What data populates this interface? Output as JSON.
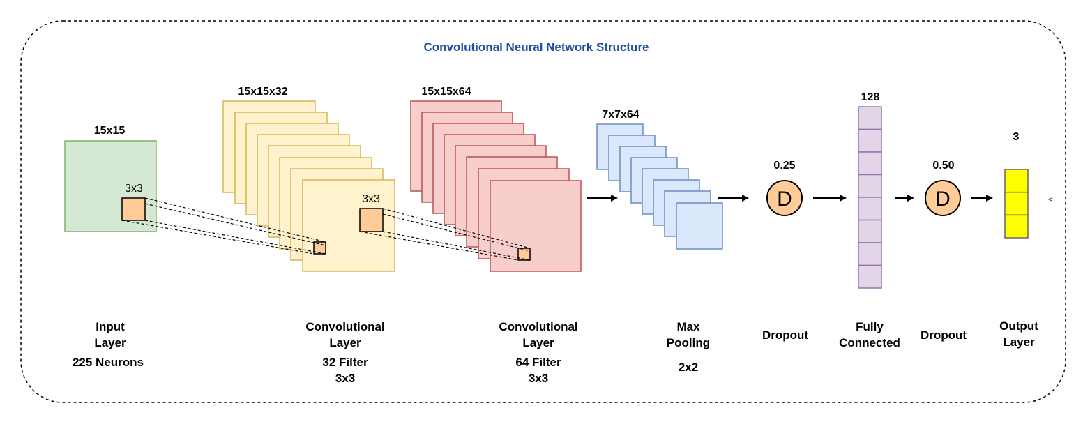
{
  "title": "Convolutional Neural Network Structure",
  "colors": {
    "title": "#1f4e9e",
    "input_fill": "#d5e8d4",
    "input_stroke": "#82b366",
    "conv1_fill": "#fff2cc",
    "conv1_stroke": "#d6b656",
    "conv2_fill": "#f8cecc",
    "conv2_stroke": "#b85450",
    "pool_fill": "#dae8fc",
    "pool_stroke": "#6c8ebf",
    "dense_fill": "#e1d5e7",
    "dense_stroke": "#9673a6",
    "output_fill": "#ffff00",
    "output_stroke": "#666666",
    "kernel_fill": "#ffcc99",
    "dropout_fill": "#ffcc99"
  },
  "layers": {
    "input": {
      "dims": "15x15",
      "kernel": "3x3",
      "name_line1": "Input",
      "name_line2": "Layer",
      "detail": "225 Neurons"
    },
    "conv1": {
      "dims": "15x15x32",
      "kernel": "3x3",
      "name_line1": "Convolutional",
      "name_line2": "Layer",
      "detail_line1": "32 Filter",
      "detail_line2": "3x3"
    },
    "conv2": {
      "dims": "15x15x64",
      "name_line1": "Convolutional",
      "name_line2": "Layer",
      "detail_line1": "64 Filter",
      "detail_line2": "3x3"
    },
    "pool": {
      "dims": "7x7x64",
      "name_line1": "Max",
      "name_line2": "Pooling",
      "detail": "2x2"
    },
    "dropout1": {
      "rate": "0.25",
      "symbol": "D",
      "name": "Dropout"
    },
    "dense": {
      "units": "128",
      "name_line1": "Fully",
      "name_line2": "Connected"
    },
    "dropout2": {
      "rate": "0.50",
      "symbol": "D",
      "name": "Dropout"
    },
    "output": {
      "units": "3",
      "name_line1": "Output",
      "name_line2": "Layer"
    }
  }
}
